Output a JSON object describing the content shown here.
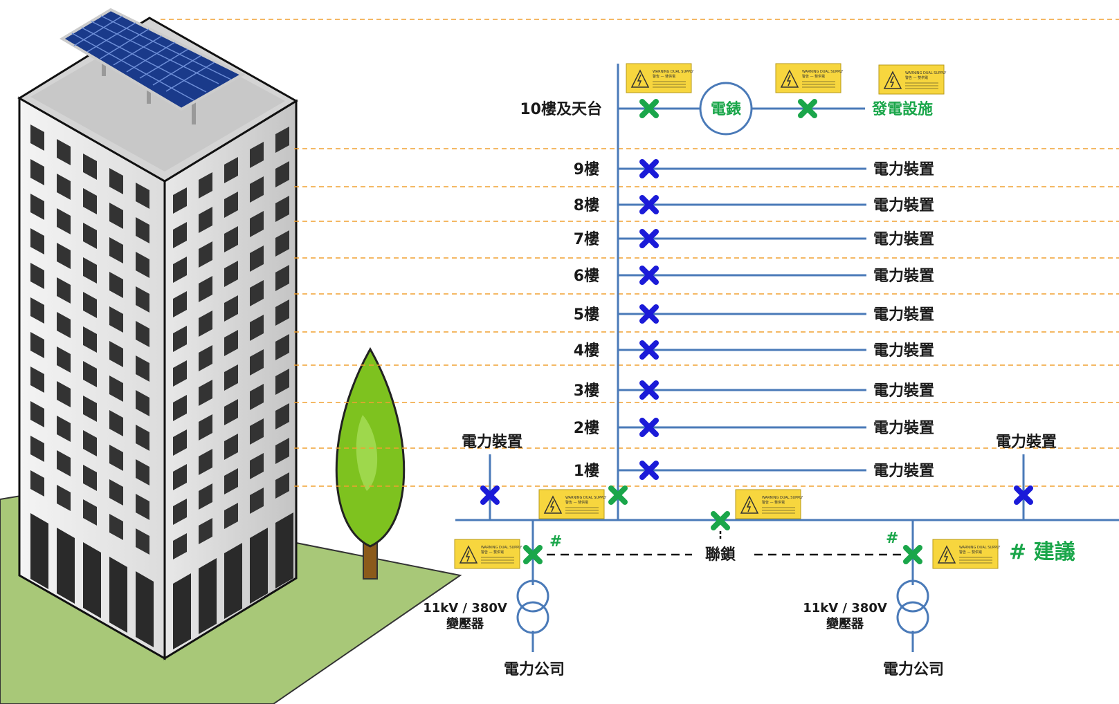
{
  "floors": [
    {
      "label": "9樓",
      "device": "電力裝置"
    },
    {
      "label": "8樓",
      "device": "電力裝置"
    },
    {
      "label": "7樓",
      "device": "電力裝置"
    },
    {
      "label": "6樓",
      "device": "電力裝置"
    },
    {
      "label": "5樓",
      "device": "電力裝置"
    },
    {
      "label": "4樓",
      "device": "電力裝置"
    },
    {
      "label": "3樓",
      "device": "電力裝置"
    },
    {
      "label": "2樓",
      "device": "電力裝置"
    },
    {
      "label": "1樓",
      "device": "電力裝置"
    }
  ],
  "top_floor": {
    "label": "10樓及天台",
    "meter": "電錶",
    "generator": "發電設施"
  },
  "bus": {
    "left_device": "電力裝置",
    "right_device": "電力裝置",
    "interlock": "聯鎖",
    "hash_mark": "#",
    "recommendation": "# 建議"
  },
  "transformers": [
    {
      "rating": "11kV / 380V",
      "name": "變壓器",
      "supply": "電力公司"
    },
    {
      "rating": "11kV / 380V",
      "name": "變壓器",
      "supply": "電力公司"
    }
  ],
  "warning_sign": {
    "line1": "WARNING DUAL SUPPLY",
    "line2": "警告 — 雙供電"
  },
  "colors": {
    "line_blue": "#4a7ab8",
    "cross_blue": "#1b1bd8",
    "cross_green": "#1aa64a",
    "dash_orange": "#f0a030",
    "sign_yellow": "#f7d63e",
    "text_green": "#1aa64a"
  }
}
